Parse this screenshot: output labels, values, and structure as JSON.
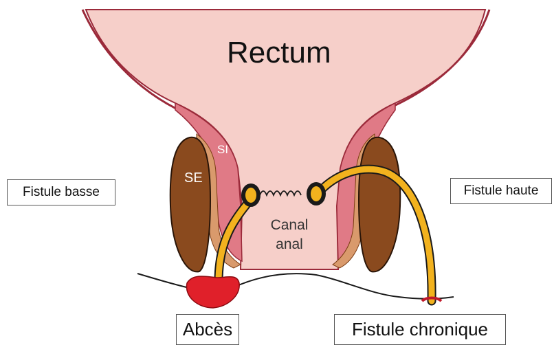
{
  "labels": {
    "rectum": "Rectum",
    "si": "SI",
    "se": "SE",
    "canal_line1": "Canal",
    "canal_line2": "anal",
    "fistule_basse": "Fistule basse",
    "fistule_haute": "Fistule haute",
    "abces": "Abcès",
    "fistule_chronique": "Fistule chronique"
  },
  "colors": {
    "mucosa": "#f6cfc9",
    "wall_outline": "#9b2a3a",
    "internal_sphincter": "#e07a86",
    "external_sphincter": "#8a4a1e",
    "fistula_track": "#f2b21e",
    "fistula_outline": "#1a1a1a",
    "abscess": "#e0202a"
  }
}
